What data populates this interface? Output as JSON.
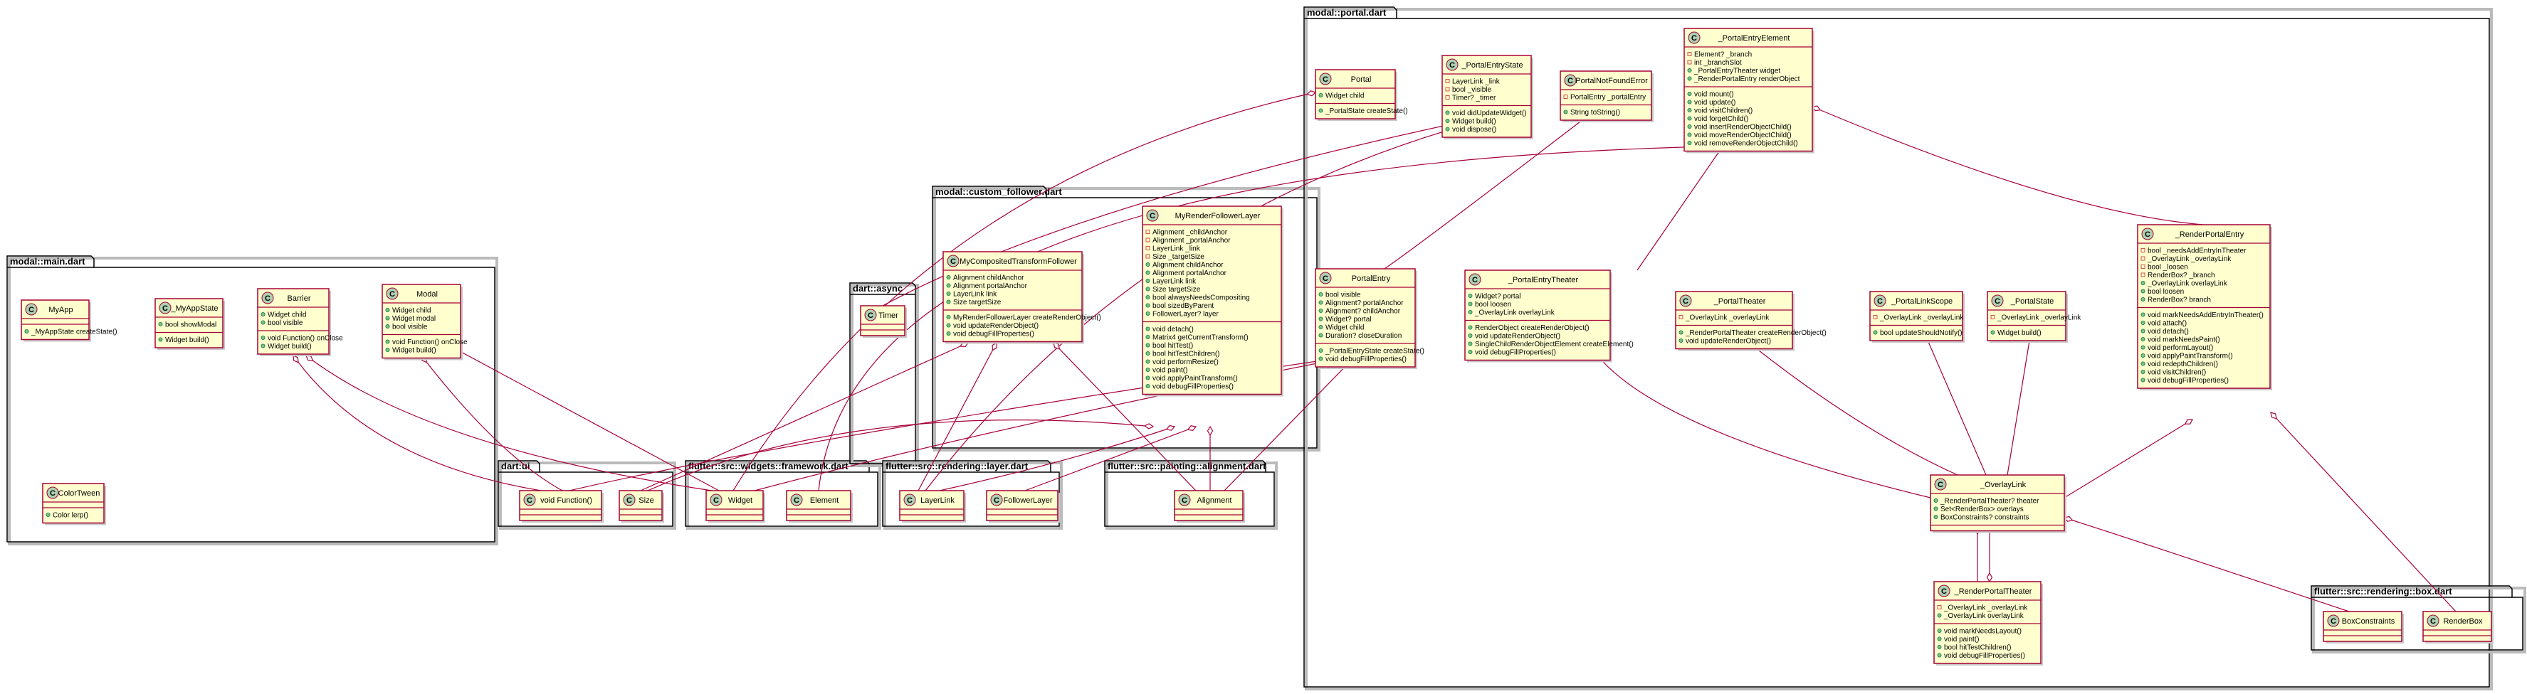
{
  "packages": [
    {
      "id": "main",
      "title": "modal::main.dart"
    },
    {
      "id": "dartui",
      "title": "dart:ui"
    },
    {
      "id": "framework",
      "title": "flutter::src::widgets::framework.dart"
    },
    {
      "id": "async",
      "title": "dart::async"
    },
    {
      "id": "layer",
      "title": "flutter::src::rendering::layer.dart"
    },
    {
      "id": "alignment",
      "title": "flutter::src::painting::alignment.dart"
    },
    {
      "id": "follower",
      "title": "modal::custom_follower.dart"
    },
    {
      "id": "portal",
      "title": "modal::portal.dart"
    },
    {
      "id": "box",
      "title": "flutter::src::rendering::box.dart"
    }
  ],
  "classes": [
    {
      "id": "MyApp",
      "name": "MyApp",
      "fields": [],
      "methods": [
        "+_MyAppState createState()"
      ]
    },
    {
      "id": "_MyAppState",
      "name": "_MyAppState",
      "fields": [
        "+bool showModal"
      ],
      "methods": [
        "+Widget build()"
      ]
    },
    {
      "id": "Barrier",
      "name": "Barrier",
      "fields": [
        "+Widget child",
        "+bool visible"
      ],
      "methods": [
        "+void Function() onClose",
        "+Widget build()"
      ]
    },
    {
      "id": "Modal",
      "name": "Modal",
      "fields": [
        "+Widget child",
        "+Widget modal",
        "+bool visible"
      ],
      "methods": [
        "+void Function() onClose",
        "+Widget build()"
      ]
    },
    {
      "id": "ColorTween",
      "name": "ColorTween",
      "fields": [],
      "methods": [
        "+Color lerp()"
      ]
    },
    {
      "id": "VoidFunction",
      "name": "void Function()",
      "empty": true
    },
    {
      "id": "Size",
      "name": "Size",
      "empty": true
    },
    {
      "id": "Widget",
      "name": "Widget",
      "empty": true
    },
    {
      "id": "Element",
      "name": "Element",
      "empty": true
    },
    {
      "id": "Timer",
      "name": "Timer",
      "empty": true
    },
    {
      "id": "LayerLink",
      "name": "LayerLink",
      "empty": true
    },
    {
      "id": "FollowerLayer",
      "name": "FollowerLayer",
      "empty": true
    },
    {
      "id": "Alignment",
      "name": "Alignment",
      "empty": true
    },
    {
      "id": "MyCompositedTransformFollower",
      "name": "MyCompositedTransformFollower",
      "fields": [
        "+Alignment childAnchor",
        "+Alignment portalAnchor",
        "+LayerLink link",
        "+Size targetSize"
      ],
      "methods": [
        "+MyRenderFollowerLayer createRenderObject()",
        "+void updateRenderObject()",
        "+void debugFillProperties()"
      ]
    },
    {
      "id": "MyRenderFollowerLayer",
      "name": "MyRenderFollowerLayer",
      "fields": [
        "-Alignment _childAnchor",
        "-Alignment _portalAnchor",
        "-LayerLink _link",
        "-Size _targetSize",
        "+Alignment childAnchor",
        "+Alignment portalAnchor",
        "+LayerLink link",
        "+Size targetSize",
        "+bool alwaysNeedsCompositing",
        "+bool sizedByParent",
        "+FollowerLayer? layer"
      ],
      "methods": [
        "+void detach()",
        "+Matrix4 getCurrentTransform()",
        "+bool hitTest()",
        "+bool hitTestChildren()",
        "+void performResize()",
        "+void paint()",
        "+void applyPaintTransform()",
        "+void debugFillProperties()"
      ]
    },
    {
      "id": "Portal",
      "name": "Portal",
      "fields": [
        "+Widget child"
      ],
      "methods": [
        "+_PortalState createState()"
      ]
    },
    {
      "id": "_PortalEntryState",
      "name": "_PortalEntryState",
      "fields": [
        "-LayerLink _link",
        "-bool _visible",
        "-Timer? _timer"
      ],
      "methods": [
        "+void didUpdateWidget()",
        "+Widget build()",
        "+void dispose()"
      ]
    },
    {
      "id": "PortalNotFoundError",
      "name": "PortalNotFoundError",
      "fields": [
        "-PortalEntry _portalEntry"
      ],
      "methods": [
        "+String toString()"
      ]
    },
    {
      "id": "_PortalEntryElement",
      "name": "_PortalEntryElement",
      "fields": [
        "-Element? _branch",
        "-int _branchSlot",
        "+_PortalEntryTheater widget",
        "+_RenderPortalEntry renderObject"
      ],
      "methods": [
        "+void mount()",
        "+void update()",
        "+void visitChildren()",
        "+void forgetChild()",
        "+void insertRenderObjectChild()",
        "+void moveRenderObjectChild()",
        "+void removeRenderObjectChild()"
      ]
    },
    {
      "id": "PortalEntry",
      "name": "PortalEntry",
      "fields": [
        "+bool visible",
        "+Alignment? portalAnchor",
        "+Alignment? childAnchor",
        "+Widget? portal",
        "+Widget child",
        "+Duration? closeDuration"
      ],
      "methods": [
        "+_PortalEntryState createState()",
        "+void debugFillProperties()"
      ]
    },
    {
      "id": "_PortalEntryTheater",
      "name": "_PortalEntryTheater",
      "fields": [
        "+Widget? portal",
        "+bool loosen",
        "+_OverlayLink overlayLink"
      ],
      "methods": [
        "+RenderObject createRenderObject()",
        "+void updateRenderObject()",
        "+SingleChildRenderObjectElement createElement()",
        "+void debugFillProperties()"
      ]
    },
    {
      "id": "_PortalTheater",
      "name": "_PortalTheater",
      "fields": [
        "-_OverlayLink _overlayLink"
      ],
      "methods": [
        "+_RenderPortalTheater createRenderObject()",
        "+void updateRenderObject()"
      ]
    },
    {
      "id": "_PortalLinkScope",
      "name": "_PortalLinkScope",
      "fields": [
        "-_OverlayLink _overlayLink"
      ],
      "methods": [
        "+bool updateShouldNotify()"
      ]
    },
    {
      "id": "_PortalState",
      "name": "_PortalState",
      "fields": [
        "-_OverlayLink _overlayLink"
      ],
      "methods": [
        "+Widget build()"
      ]
    },
    {
      "id": "_RenderPortalEntry",
      "name": "_RenderPortalEntry",
      "fields": [
        "-bool _needsAddEntryInTheater",
        "-_OverlayLink _overlayLink",
        "-bool _loosen",
        "-RenderBox? _branch",
        "+_OverlayLink overlayLink",
        "+bool loosen",
        "+RenderBox? branch"
      ],
      "methods": [
        "+void markNeedsAddEntryInTheater()",
        "+void attach()",
        "+void detach()",
        "+void markNeedsPaint()",
        "+void performLayout()",
        "+void applyPaintTransform()",
        "+void redepthChildren()",
        "+void visitChildren()",
        "+void debugFillProperties()"
      ]
    },
    {
      "id": "_OverlayLink",
      "name": "_OverlayLink",
      "fields": [
        "+_RenderPortalTheater? theater",
        "+Set<RenderBox> overlays",
        "+BoxConstraints? constraints"
      ],
      "methods": []
    },
    {
      "id": "_RenderPortalTheater",
      "name": "_RenderPortalTheater",
      "fields": [
        "-_OverlayLink _overlayLink",
        "+_OverlayLink overlayLink"
      ],
      "methods": [
        "+void markNeedsLayout()",
        "+void paint()",
        "+bool hitTestChildren()",
        "+void debugFillProperties()"
      ]
    },
    {
      "id": "BoxConstraints",
      "name": "BoxConstraints",
      "empty": true
    },
    {
      "id": "RenderBox",
      "name": "RenderBox",
      "empty": true
    }
  ]
}
